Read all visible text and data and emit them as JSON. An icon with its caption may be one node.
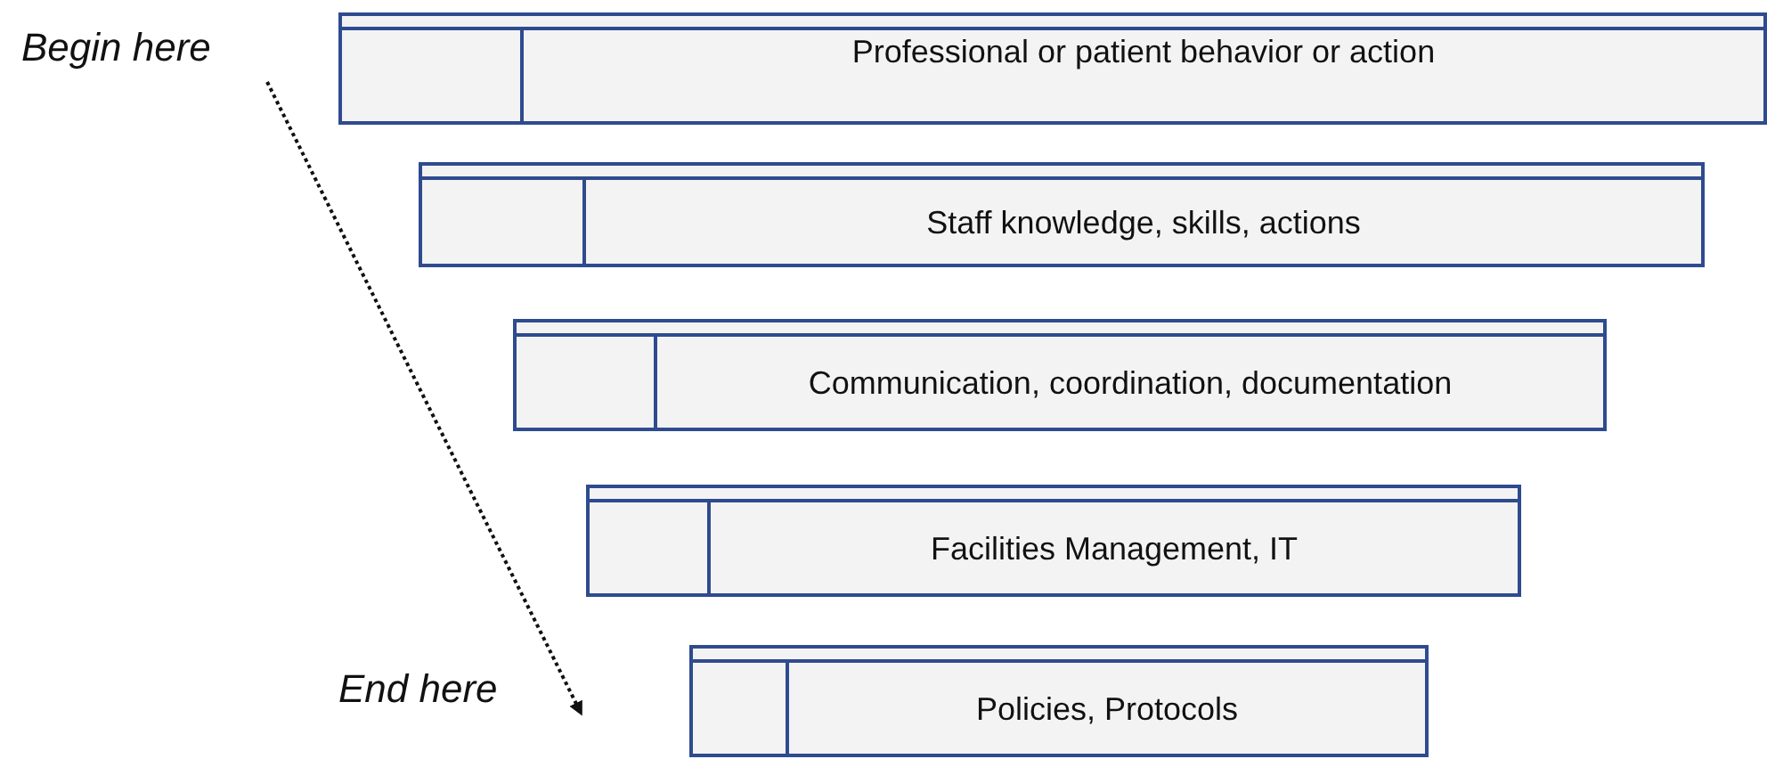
{
  "diagram": {
    "nodes": [
      {
        "text": [
          "Begin here"
        ]
      },
      {
        "text": [
          "Professional or patient behavior or action"
        ]
      },
      {
        "text": [
          "Staff knowledge, skills, actions"
        ]
      },
      {
        "text": [
          "Communication, coordination, documentation"
        ]
      },
      {
        "text": [
          "Facilities Management, IT"
        ]
      },
      {
        "text": [
          "End here"
        ]
      },
      {
        "text": [
          "Policies, Protocols"
        ]
      }
    ],
    "edges": [
      {
        "from": 0,
        "to": 5,
        "arrow": "to",
        "style": "dashed"
      }
    ]
  }
}
